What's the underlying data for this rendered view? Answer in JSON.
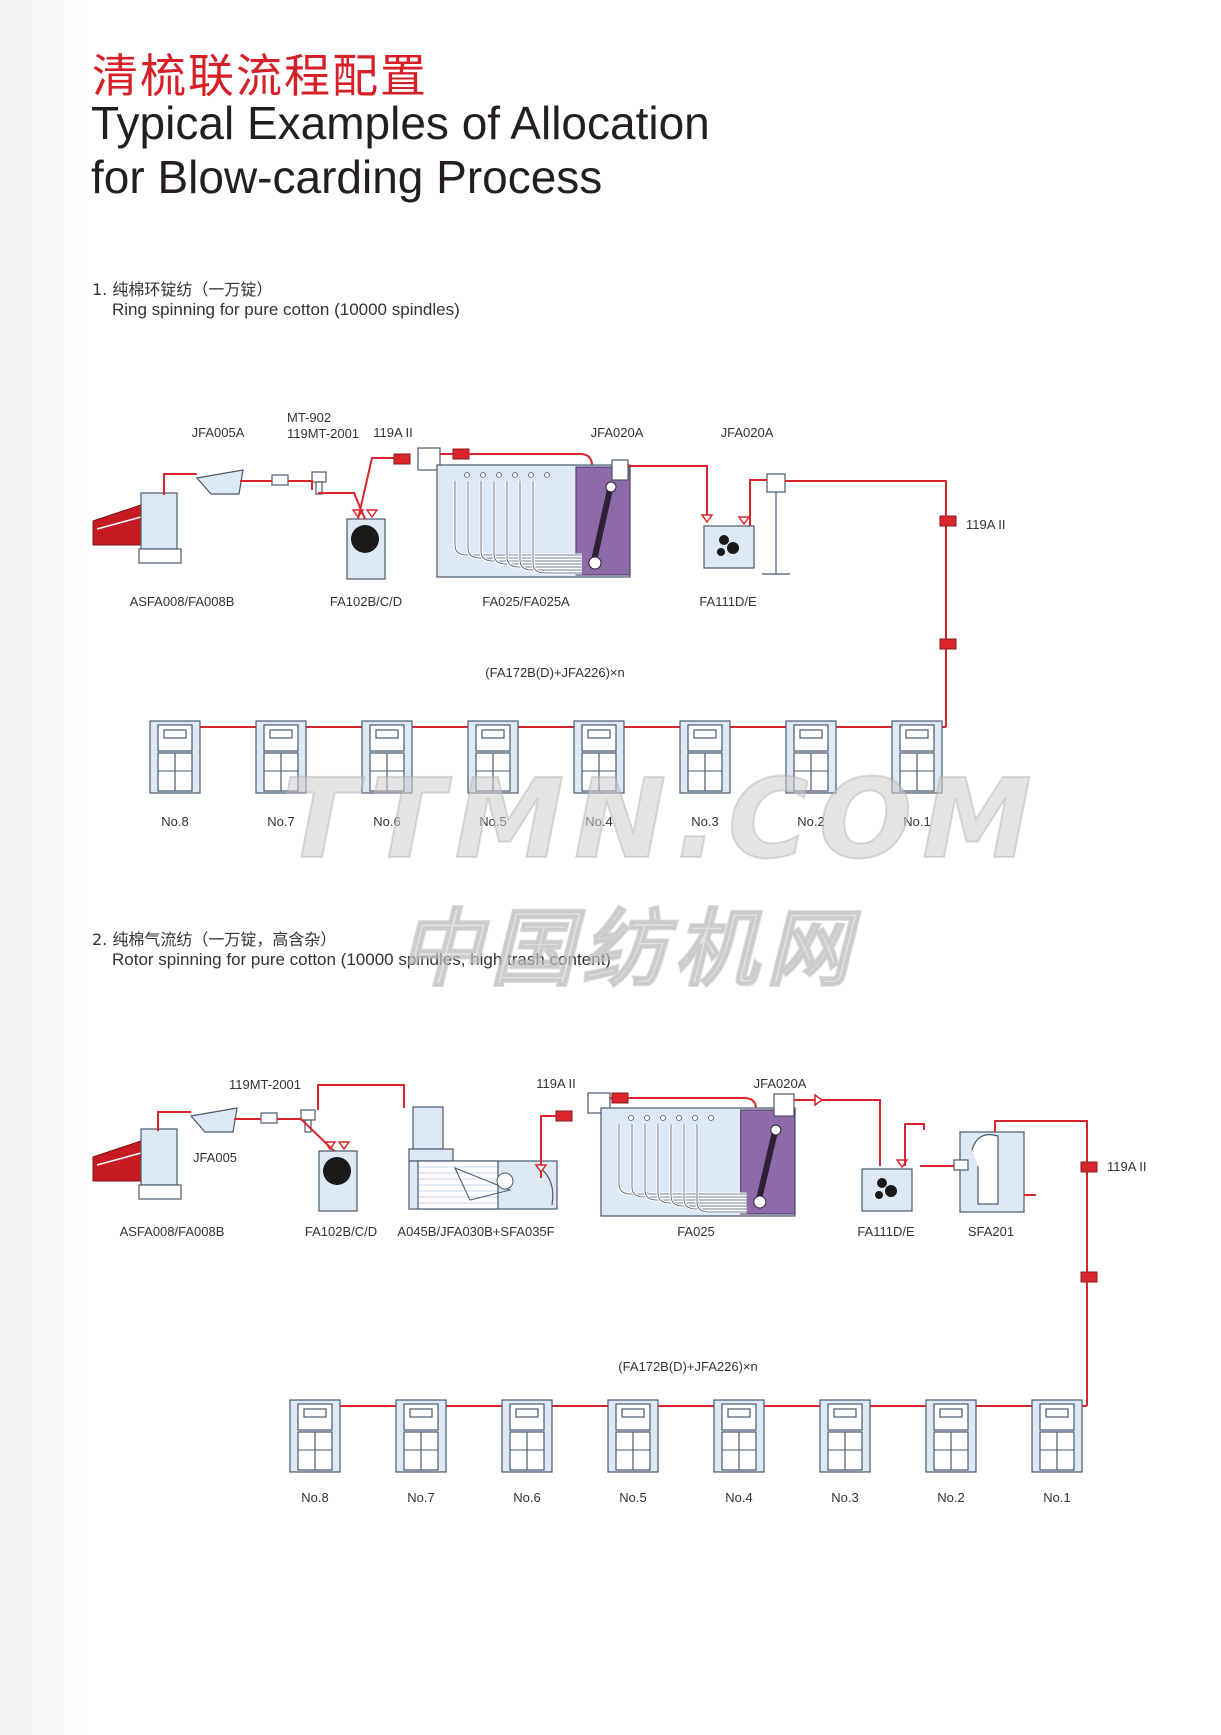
{
  "header": {
    "title_cn": "清梳联流程配置",
    "title_en_line1": "Typical Examples of Allocation",
    "title_en_line2": "for Blow-carding Process"
  },
  "colors": {
    "pipe": "#d9262c",
    "machine_fill": "#dde9f5",
    "machine_stroke": "#4a5a6e",
    "purple": "#8e6aa8"
  },
  "section1": {
    "heading_cn": "1. 纯棉环锭纺（一万锭）",
    "heading_en": "Ring spinning for pure cotton (10000 spindles)",
    "labels": {
      "opener": "ASFA008/FA008B",
      "condenser": "JFA005A",
      "metal": "MT-902\n119MT-2001",
      "fan1": "119A II",
      "mixer": "FA102B/C/D",
      "blender": "FA025/FA025A",
      "fan_blender": "JFA020A",
      "fan_cleaner": "JFA020A",
      "cleaner": "FA111D/E",
      "pipe_fan": "119A II",
      "cards": "(FA172B(D)+JFA226)×n"
    },
    "cards": [
      "No.8",
      "No.7",
      "No.6",
      "No.5",
      "No.4",
      "No.3",
      "No.2",
      "No.1"
    ]
  },
  "section2": {
    "heading_cn": "2. 纯棉气流纺（一万锭，高含杂）",
    "heading_en": "Rotor spinning for pure cotton (10000 spindles, high trash content)",
    "labels": {
      "opener": "ASFA008/FA008B",
      "condenser": "JFA005",
      "metal": "119MT-2001",
      "mixer": "FA102B/C/D",
      "scutcher": "A045B/JFA030B+SFA035F",
      "fan1": "119A II",
      "blender": "FA025",
      "fan_blender": "JFA020A",
      "cleaner": "FA111D/E",
      "dust": "SFA201",
      "pipe_fan": "119A II",
      "cards": "(FA172B(D)+JFA226)×n"
    },
    "cards": [
      "No.8",
      "No.7",
      "No.6",
      "No.5",
      "No.4",
      "No.3",
      "No.2",
      "No.1"
    ]
  },
  "watermark": {
    "text_en": "TTMN.COM",
    "text_cn": "中国纺机网"
  }
}
